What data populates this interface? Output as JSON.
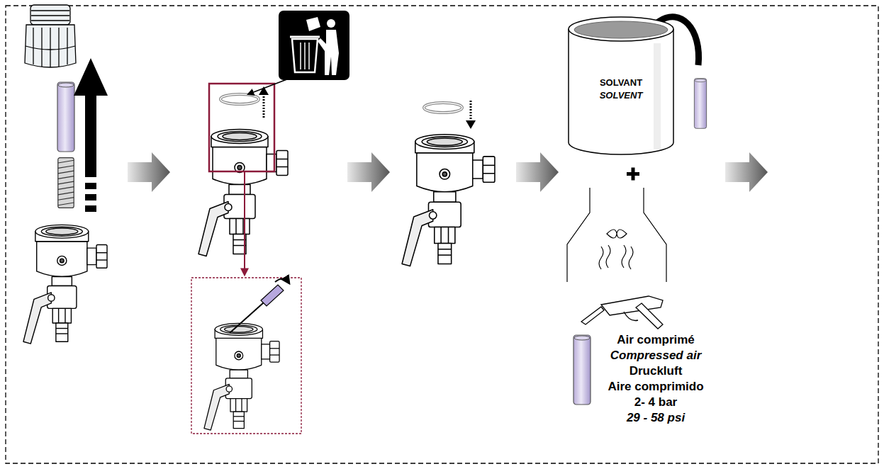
{
  "diagram": {
    "nodes": [
      {
        "text": [
          "SOLVANT",
          "SOLVENT"
        ]
      }
    ],
    "labels": [
      "Air comprimé",
      "Compressed air",
      "Druckluft",
      "Aire comprimido",
      "2- 4 bar",
      "29 - 58 psi"
    ]
  }
}
